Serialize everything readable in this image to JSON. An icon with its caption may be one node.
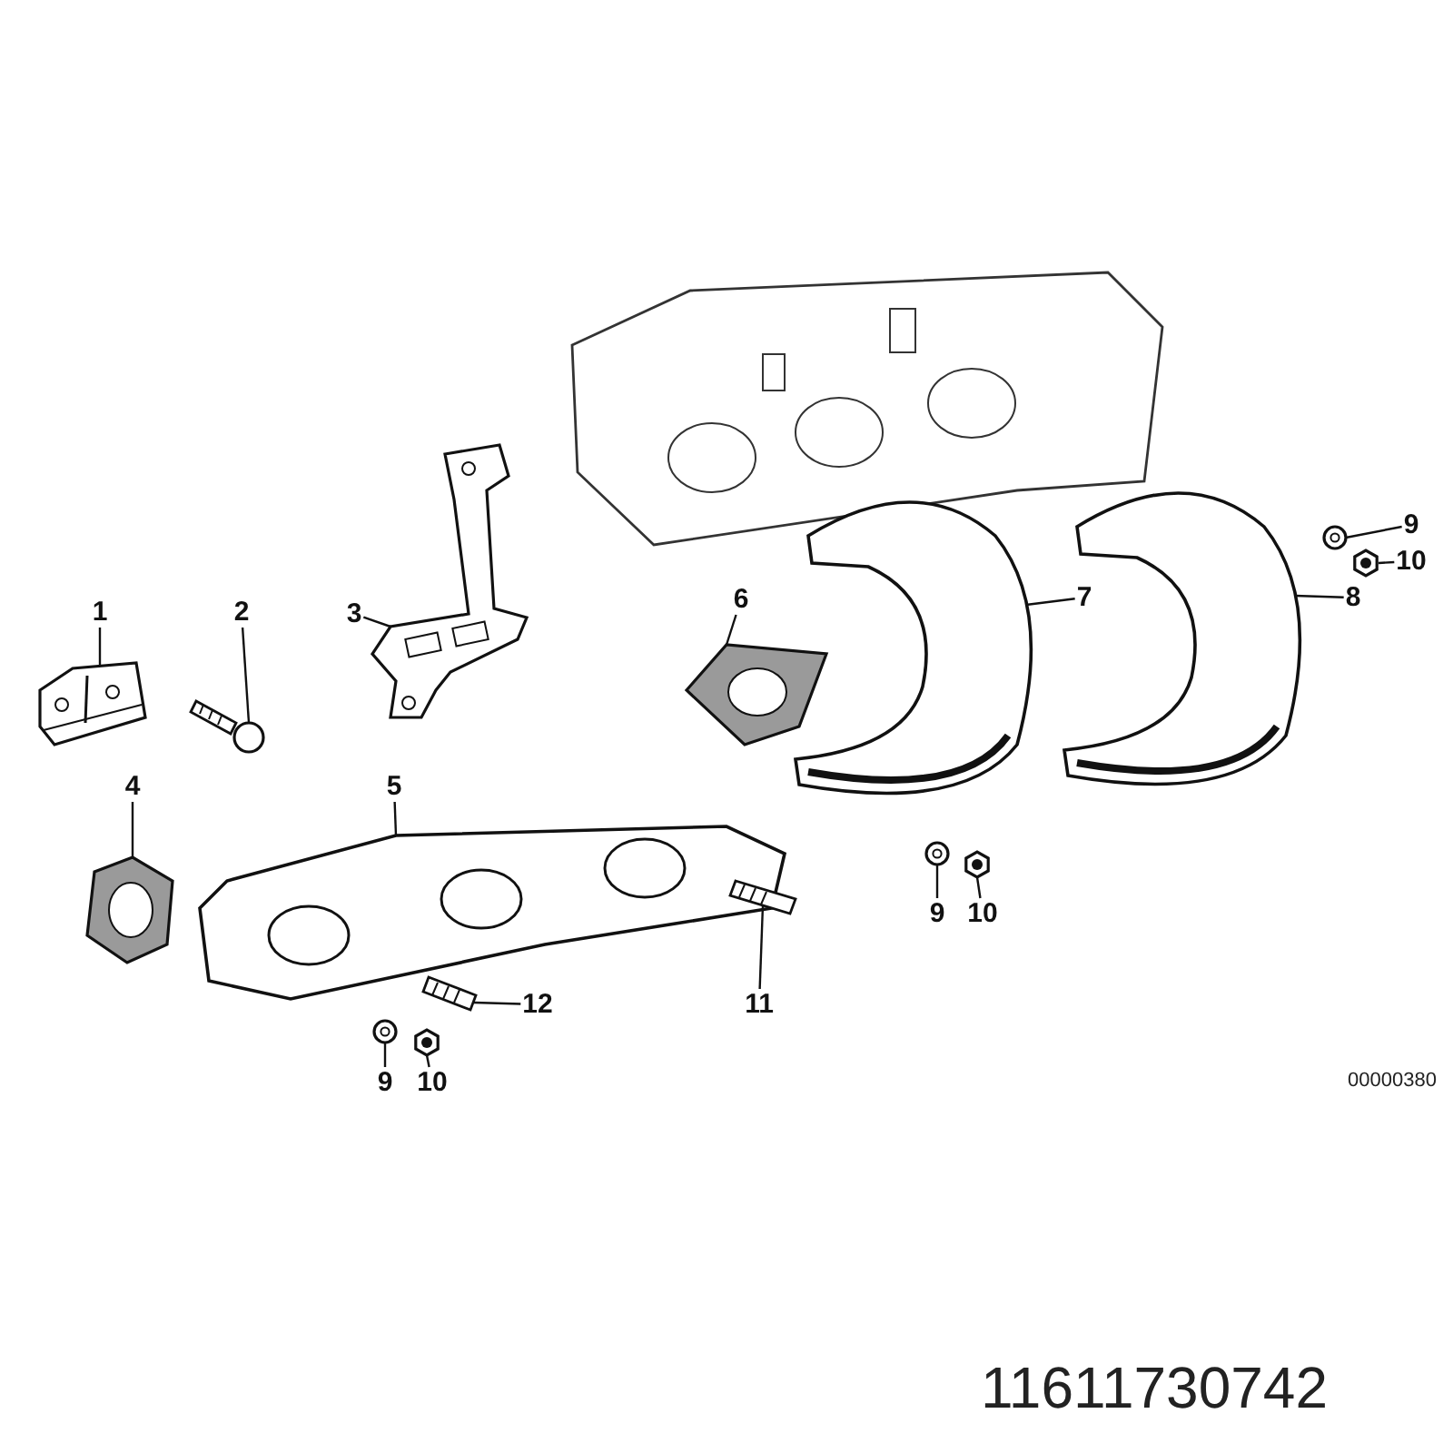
{
  "diagram": {
    "nodes": [
      {
        "text": [
          "9"
        ]
      },
      {
        "text": [
          "10"
        ]
      },
      {
        "text": [
          "1"
        ]
      },
      {
        "text": [
          "2"
        ]
      },
      {
        "text": [
          "3"
        ]
      },
      {
        "text": [
          "6"
        ]
      },
      {
        "text": [
          "7"
        ]
      },
      {
        "text": [
          "8"
        ]
      },
      {
        "text": [
          "4"
        ]
      },
      {
        "text": [
          "5"
        ]
      },
      {
        "text": [
          "9"
        ]
      },
      {
        "text": [
          "10"
        ]
      },
      {
        "text": [
          "12"
        ]
      },
      {
        "text": [
          "11"
        ]
      },
      {
        "text": [
          "9"
        ]
      },
      {
        "text": [
          "10"
        ]
      },
      {
        "text": [],
        "shape": "picture"
      },
      {
        "text": [],
        "shape": "picture"
      },
      {
        "text": [],
        "shape": "picture"
      },
      {
        "text": [],
        "shape": "picture"
      },
      {
        "text": [],
        "shape": "picture"
      },
      {
        "text": [],
        "shape": "picture"
      },
      {
        "text": [],
        "shape": "picture"
      },
      {
        "text": [],
        "shape": "picture"
      },
      {
        "text": [],
        "shape": "picture"
      },
      {
        "text": [],
        "shape": "picture"
      },
      {
        "text": [],
        "shape": "picture"
      },
      {
        "text": [],
        "shape": "picture"
      },
      {
        "text": [],
        "shape": "picture"
      },
      {
        "text": [],
        "shape": "picture"
      },
      {
        "text": [],
        "shape": "picture"
      },
      {
        "text": [],
        "shape": "picture"
      }
    ],
    "edges": [
      {
        "from": 0,
        "to": 16,
        "arrow": "none"
      },
      {
        "from": 1,
        "to": 17,
        "arrow": "none"
      },
      {
        "from": 2,
        "to": 18,
        "arrow": "none"
      },
      {
        "from": 3,
        "to": 19,
        "arrow": "none"
      },
      {
        "from": 4,
        "to": 20,
        "arrow": "none"
      },
      {
        "from": 5,
        "to": 21,
        "arrow": "none"
      },
      {
        "from": 6,
        "to": 22,
        "arrow": "none"
      },
      {
        "from": 7,
        "to": 23,
        "arrow": "none"
      },
      {
        "from": 8,
        "to": 24,
        "arrow": "none"
      },
      {
        "from": 9,
        "to": 25,
        "arrow": "none"
      },
      {
        "from": 10,
        "to": 26,
        "arrow": "none"
      },
      {
        "from": 11,
        "to": 27,
        "arrow": "none"
      },
      {
        "from": 12,
        "to": 28,
        "arrow": "none"
      },
      {
        "from": 13,
        "to": 29,
        "arrow": "none"
      },
      {
        "from": 14,
        "to": 30,
        "arrow": "none"
      },
      {
        "from": 15,
        "to": 31,
        "arrow": "none"
      }
    ],
    "labels": [
      "00000380",
      "11611730742"
    ]
  }
}
